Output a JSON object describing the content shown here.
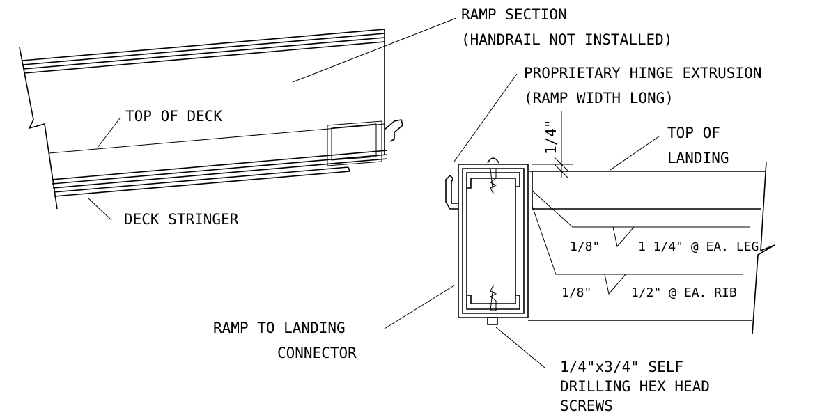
{
  "labels": {
    "ramp_section_1": "RAMP SECTION",
    "ramp_section_2": "(HANDRAIL NOT INSTALLED)",
    "hinge_1": "PROPRIETARY HINGE EXTRUSION",
    "hinge_2": "(RAMP WIDTH LONG)",
    "top_of_deck": "TOP OF DECK",
    "dim_quarter": "1/4\"",
    "top_of_landing_1": "TOP OF",
    "top_of_landing_2": "LANDING",
    "deck_stringer": "DECK STRINGER",
    "weld1_size": "1/8\"",
    "weld1_len": "1 1/4\" @ EA. LEG",
    "weld2_size": "1/8\"",
    "weld2_len": "1/2\" @ EA. RIB",
    "connector_1": "RAMP TO LANDING",
    "connector_2": "CONNECTOR",
    "screws_1": "1/4\"x3/4\" SELF",
    "screws_2": "DRILLING HEX HEAD",
    "screws_3": "SCREWS"
  }
}
